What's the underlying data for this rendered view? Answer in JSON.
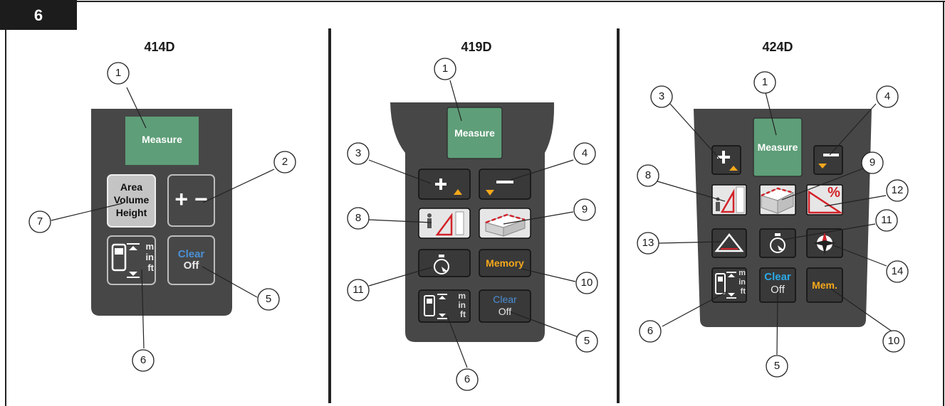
{
  "figure_number": "6",
  "colors": {
    "body": "#474747",
    "key": "#393939",
    "green": "#5e9e78",
    "blue": "#4a8fd6",
    "cyan": "#2aa9e6",
    "orange": "#f4a81c",
    "red": "#d2232a"
  },
  "models": [
    {
      "name": "414D",
      "keys": {
        "measure": "Measure",
        "area": "Area",
        "volume": "Volume",
        "height": "Height",
        "plus_minus": "+ −",
        "units": [
          "m",
          "in",
          "ft"
        ],
        "clear": "Clear",
        "off": "Off"
      },
      "callouts": [
        "1",
        "2",
        "7",
        "5",
        "6"
      ]
    },
    {
      "name": "419D",
      "keys": {
        "measure": "Measure",
        "memory": "Memory",
        "units": [
          "m",
          "in",
          "ft"
        ],
        "clear": "Clear",
        "off": "Off"
      },
      "callouts": [
        "1",
        "3",
        "4",
        "8",
        "9",
        "11",
        "10",
        "6",
        "5"
      ]
    },
    {
      "name": "424D",
      "keys": {
        "measure": "Measure",
        "percent": "%",
        "mem": "Mem.",
        "units": [
          "m",
          "in",
          "ft"
        ],
        "clear": "Clear",
        "off": "Off"
      },
      "callouts": [
        "1",
        "3",
        "4",
        "8",
        "9",
        "12",
        "11",
        "13",
        "14",
        "6",
        "5",
        "10"
      ]
    }
  ]
}
